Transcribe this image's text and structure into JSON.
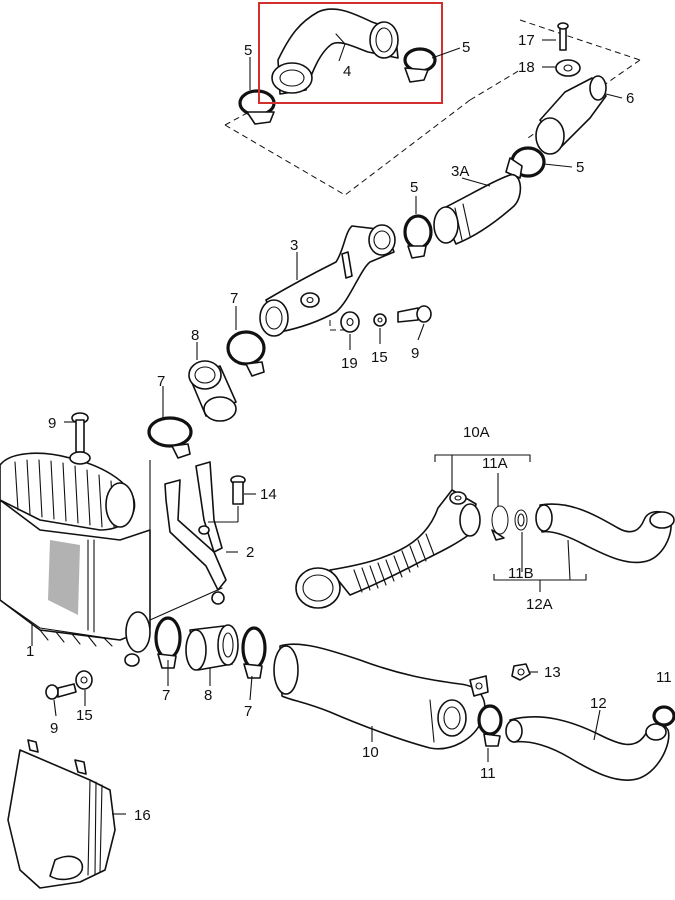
{
  "figure": {
    "highlight_color": "#d32f2f",
    "line_color": "#111111",
    "background": "#ffffff"
  },
  "callouts": {
    "c1": "1",
    "c2": "2",
    "c3": "3",
    "c3a": "3A",
    "c4": "4",
    "c5_topleft": "5",
    "c5_topright": "5",
    "c5_right": "5",
    "c5_mid": "5",
    "c6": "6",
    "c7_a": "7",
    "c7_b": "7",
    "c7_c": "7",
    "c7_d": "7",
    "c8_a": "8",
    "c8_b": "8",
    "c9_a": "9",
    "c9_b": "9",
    "c9_c": "9",
    "c10": "10",
    "c10a": "10A",
    "c11": "11",
    "c11_right": "11",
    "c11a": "11A",
    "c11b": "11B",
    "c12": "12",
    "c12a": "12A",
    "c13": "13",
    "c14": "14",
    "c15_a": "15",
    "c15_b": "15",
    "c16": "16",
    "c17": "17",
    "c18": "18",
    "c19": "19"
  }
}
